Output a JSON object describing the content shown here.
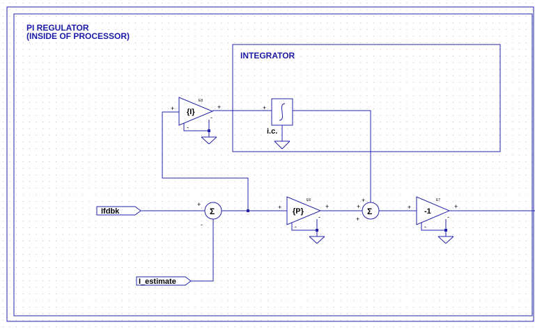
{
  "title_line1": "PI REGULATOR",
  "title_line2": "(INSIDE OF PROCESSOR)",
  "integrator_label": "INTEGRATOR",
  "integrator_ic": "i.c.",
  "amp_i": {
    "ref": "E8",
    "label": "{I}"
  },
  "amp_p": {
    "ref": "E6",
    "label": "{P}"
  },
  "amp_inv": {
    "ref": "E7",
    "label": "-1"
  },
  "input_feedback": "Ifdbk",
  "input_estimate": "I_estimate",
  "colors": {
    "wire": "#2222aa",
    "label": "#1a1aa6",
    "grid": "#b5b5c8"
  }
}
